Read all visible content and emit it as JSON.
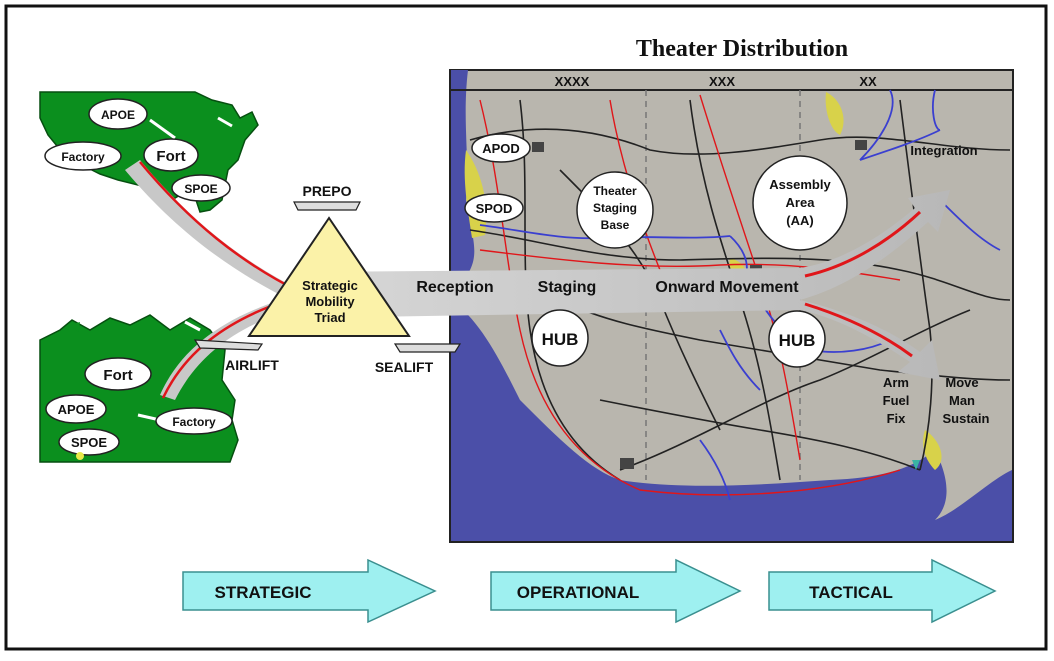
{
  "title": "Theater Distribution",
  "echelons": [
    "XXXX",
    "XXX",
    "XX"
  ],
  "conus": {
    "labels": [
      "APOE",
      "Factory",
      "Fort",
      "SPOE"
    ]
  },
  "europe": {
    "labels": [
      "Fort",
      "APOE",
      "Factory",
      "SPOE"
    ]
  },
  "triad": {
    "title_line1": "Strategic",
    "title_line2": "Mobility",
    "title_line3": "Triad",
    "prepo": "PREPO",
    "airlift": "AIRLIFT",
    "sealift": "SEALIFT"
  },
  "flow": {
    "reception": "Reception",
    "staging": "Staging",
    "onward": "Onward Movement"
  },
  "map": {
    "apod": "APOD",
    "spod": "SPOD",
    "tsb_line1": "Theater",
    "tsb_line2": "Staging",
    "tsb_line3": "Base",
    "aa_line1": "Assembly",
    "aa_line2": "Area",
    "aa_line3": "(AA)",
    "hub1": "HUB",
    "hub2": "HUB",
    "integration": "Integration",
    "arm": "Arm",
    "fuel": "Fuel",
    "fix": "Fix",
    "move": "Move",
    "man": "Man",
    "sustain": "Sustain"
  },
  "phases": [
    "STRATEGIC",
    "OPERATIONAL",
    "TACTICAL"
  ],
  "colors": {
    "land_green": "#0b8f1e",
    "map_gray": "#b9b6ae",
    "ocean_blue": "#4b4fa8",
    "river_blue": "#3a3fd0",
    "road_red": "#e0161a",
    "triangle_yellow": "#fbf2a8",
    "phase_cyan": "#9ef0f0",
    "sand_yellow": "#d8d24a"
  }
}
